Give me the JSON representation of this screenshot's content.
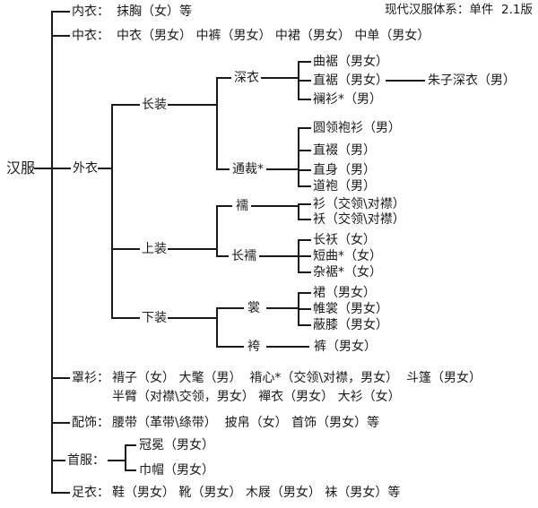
{
  "title": "现代汉服体系：单件  2.1版",
  "root": "汉服",
  "colors": {
    "ink": "#1a1a1a",
    "background": "#ffffff"
  },
  "level1": {
    "neiyi": {
      "label": "内衣：",
      "content": "抹胸（女）等"
    },
    "zhongyi": {
      "label": "中衣：",
      "content": "中衣（男女） 中裤（男女） 中裙（男女） 中单（男女）"
    },
    "waiyi": {
      "label": "外衣"
    },
    "zhaoshan": {
      "label": "罩衫：",
      "line1": "褙子（女） 大氅（男）  褙心*（交领\\对襟，男女）  斗篷（男女）",
      "line2": "半臂（对襟\\交领，男女） 襌衣（男女） 大衫（女）"
    },
    "peishi": {
      "label": "配饰：",
      "content": "腰带（革带\\绦带）  披帛（女） 首饰（男女）等"
    },
    "shoufu": {
      "label": "首服：",
      "children": {
        "guanmian": "冠冕（男女）",
        "jinmao": "巾帽（男女）"
      }
    },
    "zuyi": {
      "label": "足衣：",
      "content": "鞋（男女） 靴（男女） 木屐（男女） 袜（男女）等"
    }
  },
  "waiyi_tree": {
    "changzhuang": {
      "label": "长装",
      "shenyi": {
        "label": "深衣",
        "children": {
          "quju": "曲裾（男女）",
          "zhiju": "直裾（男女）",
          "zhuzi_shenyi": "朱子深衣（男）",
          "lanshan": "襕衫*（男）"
        }
      },
      "tongcai": {
        "label": "通裁*",
        "children": {
          "yuanling_paoshan": "圆领袍衫（男）",
          "zhiduo": "直裰（男）",
          "zhishen": "直身（男）",
          "daopao": "道袍（男）"
        }
      }
    },
    "shangzhuang": {
      "label": "上装",
      "ru": {
        "label": "襦",
        "children": {
          "shan": "衫（交领\\对襟）",
          "ao": "袄（交领\\对襟）"
        }
      },
      "changru": {
        "label": "长襦",
        "children": {
          "changao": "长袄（女）",
          "duanqu": "短曲*（女）",
          "zaju": "杂裾*（女）"
        }
      }
    },
    "xiazhuang": {
      "label": "下装",
      "shang": {
        "label": "裳",
        "children": {
          "qun": "裙（男女）",
          "weishang": "帷裳（男女）",
          "bixi": "蔽膝（男女）"
        }
      },
      "ku": {
        "label": "袴",
        "children": {
          "kuzi": "裤（男女）"
        }
      }
    }
  }
}
